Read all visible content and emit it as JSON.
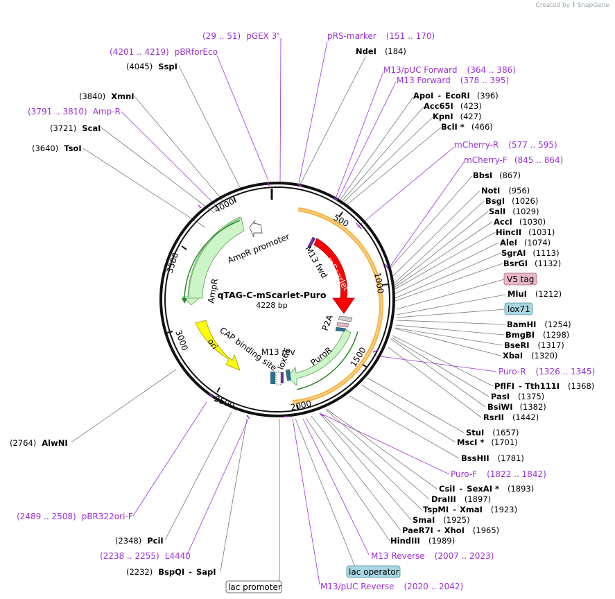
{
  "header": {
    "created_by": "Created by",
    "brand": "SnapGene"
  },
  "center": {
    "title": "qTAG-C-mScarlet-Puro",
    "length": "4228 bp"
  },
  "colors": {
    "primer": "#9b30d9",
    "feature_green": "#ccf5c8",
    "feature_red": "#ff0000",
    "feature_yellow": "#ffff00",
    "primer_band": "#f5a623",
    "box_pink": "#e8b7c8",
    "box_blue": "#a7d7e3"
  },
  "ticks": [
    {
      "label": "500"
    },
    {
      "label": "1000"
    },
    {
      "label": "1500"
    },
    {
      "label": "2000"
    },
    {
      "label": "2500"
    },
    {
      "label": "3000"
    },
    {
      "label": "3500"
    },
    {
      "label": "4000"
    }
  ],
  "features": [
    {
      "name": "mScarlet",
      "color": "#ff0000"
    },
    {
      "name": "AmpR",
      "color": "#ccf5c8"
    },
    {
      "name": "AmpR promoter",
      "color": "#ffffff"
    },
    {
      "name": "ori",
      "color": "#ffff00"
    },
    {
      "name": "PuroR",
      "color": "#ccf5c8"
    },
    {
      "name": "P2A",
      "color": "#cccccc"
    },
    {
      "name": "M13 fwd",
      "color": "#9b30d9"
    },
    {
      "name": "M13 rev",
      "color": "#9b30d9"
    },
    {
      "name": "lox66",
      "color": "#2f6f8f"
    },
    {
      "name": "CAP binding site",
      "color": "#2f6f8f"
    }
  ],
  "sites": [
    {
      "name": "NdeI",
      "pos": "(184)"
    },
    {
      "name": "ApoI",
      "name2": "EcoRI",
      "pos": "(396)"
    },
    {
      "name": "Acc65I",
      "pos": "(423)"
    },
    {
      "name": "KpnI",
      "pos": "(427)"
    },
    {
      "name": "BclI *",
      "pos": "(466)"
    },
    {
      "name": "BbsI",
      "pos": "(867)"
    },
    {
      "name": "NotI",
      "pos": "(956)"
    },
    {
      "name": "BsgI",
      "pos": "(1026)"
    },
    {
      "name": "SalI",
      "pos": "(1029)"
    },
    {
      "name": "AccI",
      "pos": "(1030)"
    },
    {
      "name": "HincII",
      "pos": "(1031)"
    },
    {
      "name": "AleI",
      "pos": "(1074)"
    },
    {
      "name": "SgrAI",
      "pos": "(1113)"
    },
    {
      "name": "BsrGI",
      "pos": "(1132)"
    },
    {
      "name": "MluI",
      "pos": "(1212)"
    },
    {
      "name": "BamHI",
      "pos": "(1254)"
    },
    {
      "name": "BmgBI",
      "pos": "(1298)"
    },
    {
      "name": "BseRI",
      "pos": "(1317)"
    },
    {
      "name": "XbaI",
      "pos": "(1320)"
    },
    {
      "name": "PflFI",
      "name2": "Tth111I",
      "pos": "(1368)"
    },
    {
      "name": "PasI",
      "pos": "(1375)"
    },
    {
      "name": "BsiWI",
      "pos": "(1382)"
    },
    {
      "name": "RsrII",
      "pos": "(1442)"
    },
    {
      "name": "StuI",
      "pos": "(1657)"
    },
    {
      "name": "MscI *",
      "pos": "(1701)"
    },
    {
      "name": "BssHII",
      "pos": "(1781)"
    },
    {
      "name": "CsiI",
      "name2": "SexAI *",
      "pos": "(1893)"
    },
    {
      "name": "DraIII",
      "pos": "(1897)"
    },
    {
      "name": "TspMI",
      "name2": "XmaI",
      "pos": "(1923)"
    },
    {
      "name": "SmaI",
      "pos": "(1925)"
    },
    {
      "name": "PaeR7I",
      "name2": "XhoI",
      "pos": "(1965)"
    },
    {
      "name": "HindIII",
      "pos": "(1989)"
    },
    {
      "name": "BspQI",
      "name2": "SapI",
      "pos": "(2232)"
    },
    {
      "name": "PciI",
      "pos": "(2348)"
    },
    {
      "name": "AlwNI",
      "pos": "(2764)"
    },
    {
      "name": "TsoI",
      "pos": "(3640)"
    },
    {
      "name": "ScaI",
      "pos": "(3721)"
    },
    {
      "name": "XmnI",
      "pos": "(3840)"
    },
    {
      "name": "SspI",
      "pos": "(4045)"
    }
  ],
  "primers": [
    {
      "name": "pGEX 3'",
      "range": "(29 .. 51)"
    },
    {
      "name": "pRS-marker",
      "range": "(151 .. 170)"
    },
    {
      "name": "pBRforEco",
      "range": "(4201 .. 4219)"
    },
    {
      "name": "M13/pUC Forward",
      "range": "(364 .. 386)"
    },
    {
      "name": "M13 Forward",
      "range": "(378 .. 395)"
    },
    {
      "name": "mCherry-R",
      "range": "(577 .. 595)"
    },
    {
      "name": "mCherry-F",
      "range": "(845 .. 864)"
    },
    {
      "name": "Amp-R",
      "range": "(3791 .. 3810)"
    },
    {
      "name": "Puro-R",
      "range": "(1326 .. 1345)"
    },
    {
      "name": "Puro-F",
      "range": "(1822 .. 1842)"
    },
    {
      "name": "M13 Reverse",
      "range": "(2007 .. 2023)"
    },
    {
      "name": "M13/pUC Reverse",
      "range": "(2020 .. 2042)"
    },
    {
      "name": "pBR322ori-F",
      "range": "(2489 .. 2508)"
    },
    {
      "name": "L4440",
      "range": "(2238 .. 2255)"
    }
  ],
  "boxes": [
    {
      "name": "V5 tag"
    },
    {
      "name": "lox71"
    },
    {
      "name": "lac operator"
    },
    {
      "name": "lac promoter"
    }
  ]
}
